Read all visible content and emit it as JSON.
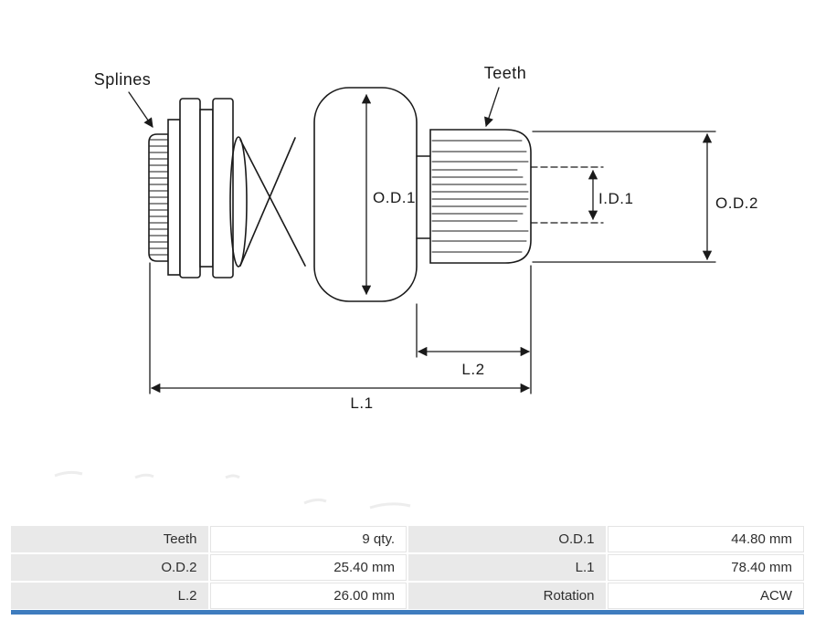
{
  "diagram": {
    "part_labels": {
      "splines": "Splines",
      "teeth": "Teeth"
    },
    "dimension_labels": {
      "od1": "O.D.1",
      "id1": "I.D.1",
      "od2": "O.D.2",
      "l1": "L.1",
      "l2": "L.2"
    }
  },
  "spec_table": {
    "rows": [
      [
        "Teeth",
        "9 qty.",
        "O.D.1",
        "44.80 mm"
      ],
      [
        "O.D.2",
        "25.40 mm",
        "L.1",
        "78.40 mm"
      ],
      [
        "L.2",
        "26.00 mm",
        "Rotation",
        "ACW"
      ]
    ]
  },
  "colors": {
    "accent_bar": "#3e7cbe",
    "table_label_bg": "#e9e9e9",
    "table_value_bg": "#ffffff",
    "drawing_line": "#1a1a1a"
  }
}
